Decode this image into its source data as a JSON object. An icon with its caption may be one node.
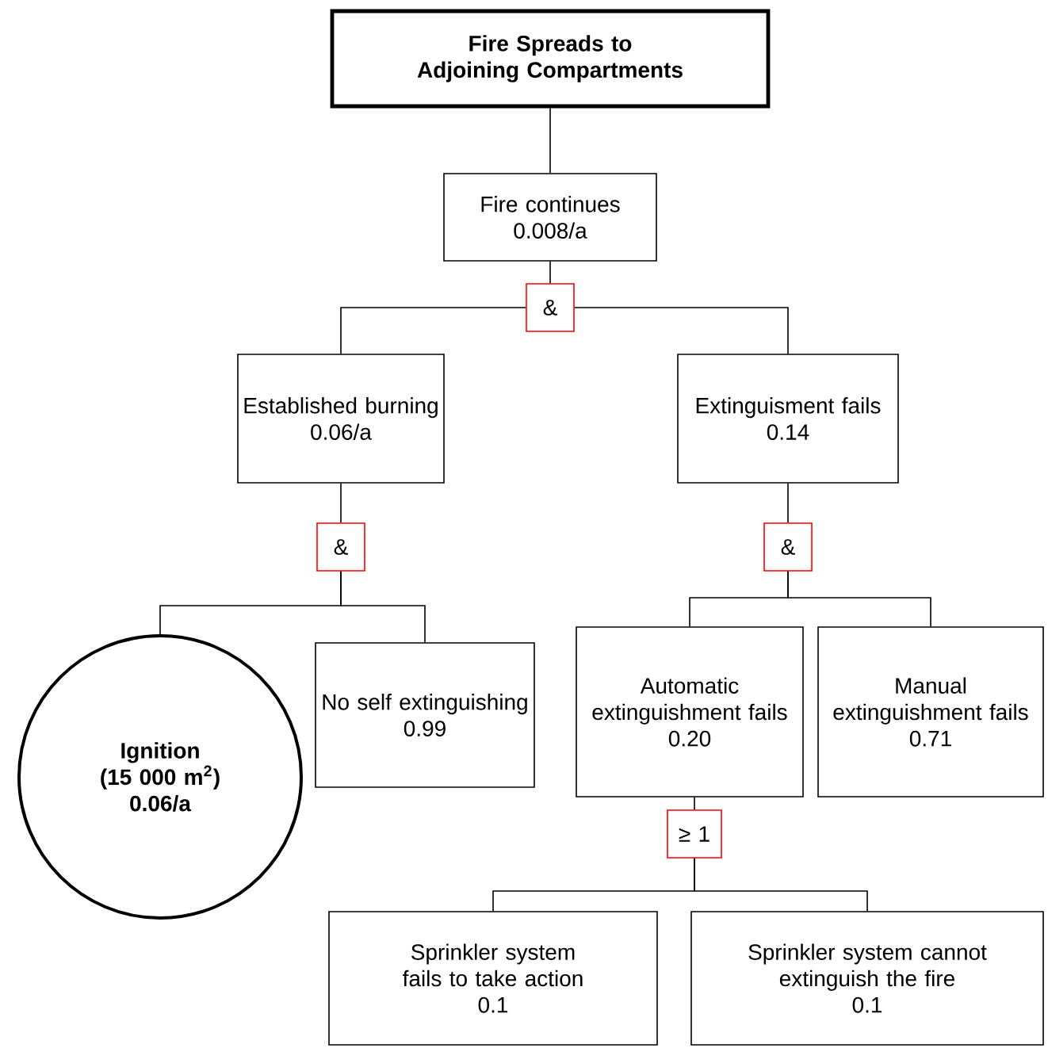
{
  "diagram": {
    "nodes": [
      {
        "text": [
          "Fire Spreads to Adjoining Compartments"
        ]
      },
      {
        "text": [
          "Fire continues",
          "0.008/a"
        ]
      },
      {
        "text": [
          "&"
        ]
      },
      {
        "text": [
          "Established burning",
          "0.06/a"
        ]
      },
      {
        "text": [
          "Extinguisment fails",
          "0.14"
        ]
      },
      {
        "text": [
          "&"
        ]
      },
      {
        "text": [
          "Ignition",
          "(15 000 m$^{2}$)",
          "0.06/a"
        ]
      },
      {
        "text": [
          "No self extinguishing",
          "0.99"
        ]
      },
      {
        "text": [
          "&"
        ]
      },
      {
        "text": [
          "Automatic extinguishment fails",
          "0.20"
        ]
      },
      {
        "text": [
          "Manual extinguishment fails",
          "0.71"
        ]
      },
      {
        "text": [
          "≥ 1"
        ]
      },
      {
        "text": [
          "Sprinkler system fails to take action",
          "0.1"
        ]
      },
      {
        "text": [
          "Sprinkler system cannot extinguish the fire",
          "0.1"
        ]
      }
    ],
    "edges": [
      {
        "from": 0,
        "to": 1,
        "arrow": "none"
      },
      {
        "from": 1,
        "to": 2,
        "arrow": "none"
      },
      {
        "from": 2,
        "to": 3,
        "arrow": "none"
      },
      {
        "from": 2,
        "to": 4,
        "arrow": "none"
      },
      {
        "from": 3,
        "to": 5,
        "arrow": "none"
      },
      {
        "from": 5,
        "to": 6,
        "arrow": "none"
      },
      {
        "from": 5,
        "to": 7,
        "arrow": "none"
      },
      {
        "from": 4,
        "to": 8,
        "arrow": "none"
      },
      {
        "from": 8,
        "to": 9,
        "arrow": "none"
      },
      {
        "from": 8,
        "to": 10,
        "arrow": "none"
      },
      {
        "from": 9,
        "to": 11,
        "arrow": "none"
      },
      {
        "from": 11,
        "to": 12,
        "arrow": "none"
      },
      {
        "from": 11,
        "to": 13,
        "arrow": "none"
      }
    ]
  }
}
